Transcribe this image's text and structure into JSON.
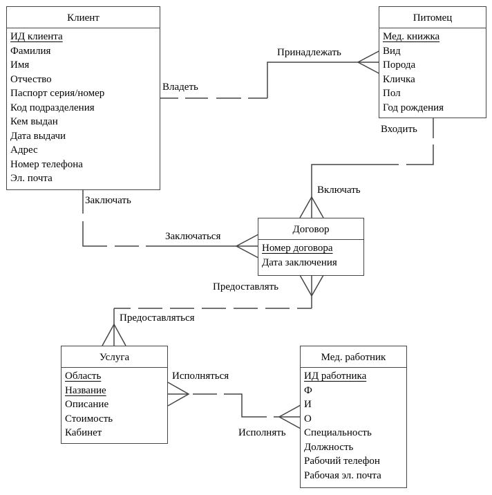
{
  "diagram": {
    "type": "ER diagram",
    "entities": {
      "client": {
        "title": "Клиент",
        "attributes": [
          {
            "name": "ИД клиента",
            "key": true
          },
          {
            "name": "Фамилия",
            "key": false
          },
          {
            "name": "Имя",
            "key": false
          },
          {
            "name": "Отчество",
            "key": false
          },
          {
            "name": "Паспорт серия/номер",
            "key": false
          },
          {
            "name": "Код подразделения",
            "key": false
          },
          {
            "name": "Кем выдан",
            "key": false
          },
          {
            "name": "Дата выдачи",
            "key": false
          },
          {
            "name": "Адрес",
            "key": false
          },
          {
            "name": "Номер телефона",
            "key": false
          },
          {
            "name": "Эл. почта",
            "key": false
          }
        ]
      },
      "pet": {
        "title": "Питомец",
        "attributes": [
          {
            "name": "Мед. книжка",
            "key": true
          },
          {
            "name": "Вид",
            "key": false
          },
          {
            "name": "Порода",
            "key": false
          },
          {
            "name": "Кличка",
            "key": false
          },
          {
            "name": "Пол",
            "key": false
          },
          {
            "name": "Год рождения",
            "key": false
          }
        ]
      },
      "contract": {
        "title": "Договор",
        "attributes": [
          {
            "name": "Номер договора",
            "key": true
          },
          {
            "name": "Дата заключения",
            "key": false
          }
        ]
      },
      "service": {
        "title": "Услуга",
        "attributes": [
          {
            "name": "Область",
            "key": true
          },
          {
            "name": "Название",
            "key": true
          },
          {
            "name": "Описание",
            "key": false
          },
          {
            "name": "Стоимость",
            "key": false
          },
          {
            "name": "Кабинет",
            "key": false
          }
        ]
      },
      "medworker": {
        "title": "Мед. работник",
        "attributes": [
          {
            "name": "ИД работника",
            "key": true
          },
          {
            "name": "Ф",
            "key": false
          },
          {
            "name": "И",
            "key": false
          },
          {
            "name": "О",
            "key": false
          },
          {
            "name": "Специальность",
            "key": false
          },
          {
            "name": "Должность",
            "key": false
          },
          {
            "name": "Рабочий телефон",
            "key": false
          },
          {
            "name": "Рабочая эл. почта",
            "key": false
          }
        ]
      }
    },
    "relationships": [
      {
        "from": "Клиент",
        "to": "Питомец",
        "from_label": "Владеть",
        "to_label": "Принадлежать",
        "from_cardinality": "one-optional",
        "to_cardinality": "many"
      },
      {
        "from": "Питомец",
        "to": "Договор",
        "from_label": "Входить",
        "to_label": "Включать",
        "from_cardinality": "one-optional",
        "to_cardinality": "many"
      },
      {
        "from": "Клиент",
        "to": "Договор",
        "from_label": "Заключать",
        "to_label": "Заключаться",
        "from_cardinality": "one-optional",
        "to_cardinality": "many"
      },
      {
        "from": "Договор",
        "to": "Услуга",
        "from_label": "Предоставлять",
        "to_label": "Предоставляться",
        "from_cardinality": "many-optional",
        "to_cardinality": "many"
      },
      {
        "from": "Услуга",
        "to": "Мед. работник",
        "from_label": "Исполняться",
        "to_label": "Исполнять",
        "from_cardinality": "many-optional",
        "to_cardinality": "many"
      }
    ]
  }
}
